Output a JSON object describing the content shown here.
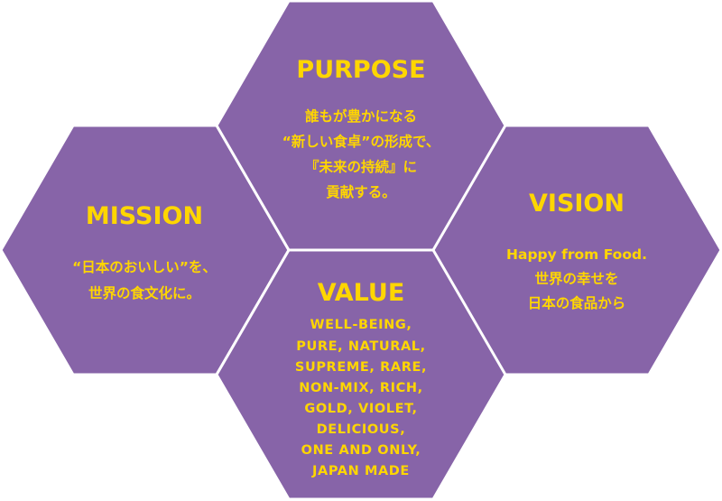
{
  "colors": {
    "hexagon_fill": "#8764a8",
    "text": "#ffd600",
    "background": "#ffffff"
  },
  "hexagons": {
    "purpose": {
      "title": "PURPOSE",
      "lines": [
        "誰もが豊かになる",
        "“新しい食卓”の形成で、",
        "『未来の持続』に",
        "貢献する。"
      ]
    },
    "mission": {
      "title": "MISSION",
      "lines": [
        "“日本のおいしい”を、",
        "世界の食文化に。"
      ]
    },
    "vision": {
      "title": "VISION",
      "lines": [
        "Happy from Food.",
        "世界の幸せを",
        "日本の食品から"
      ]
    },
    "value": {
      "title": "VALUE",
      "lines": [
        "WELL-BEING,",
        "PURE, NATURAL,",
        "SUPREME, RARE,",
        "NON-MIX, RICH,",
        "GOLD, VIOLET,",
        "DELICIOUS,",
        "ONE AND ONLY,",
        "JAPAN MADE"
      ]
    }
  }
}
